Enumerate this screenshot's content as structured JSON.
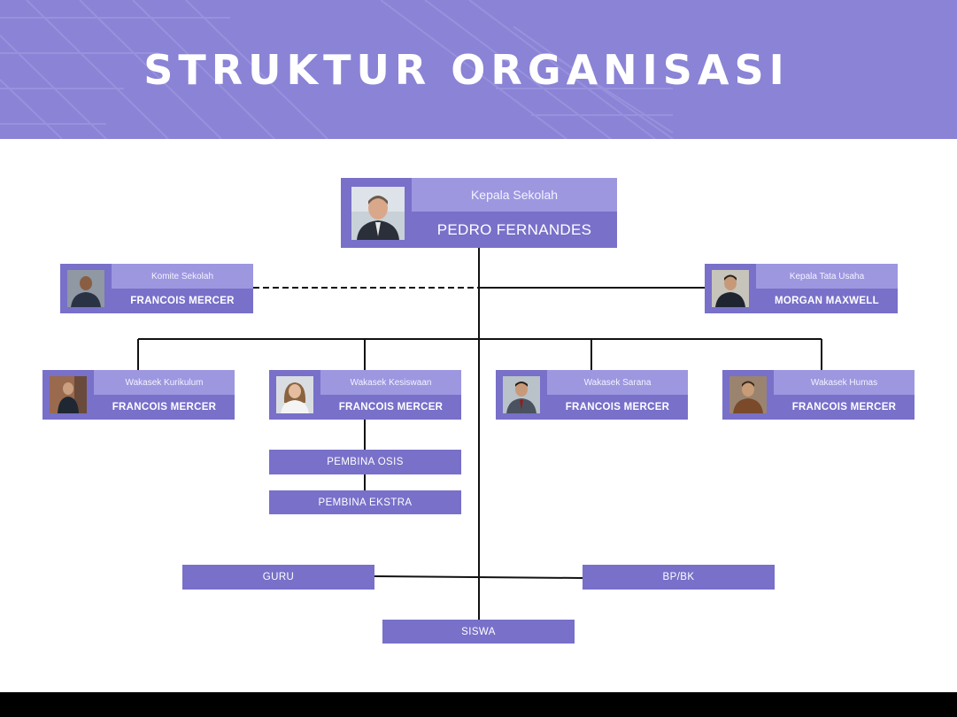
{
  "title": "STRUKTUR ORGANISASI",
  "colors": {
    "header": "#8a83d6",
    "box_dark": "#7870c9",
    "box_light": "#9d97e0",
    "footer": "#000000"
  },
  "head": {
    "role": "Kepala Sekolah",
    "name": "PEDRO FERNANDES",
    "photo_icon": "person-photo-icon"
  },
  "komite": {
    "role": "Komite Sekolah",
    "name": "FRANCOIS MERCER"
  },
  "tata_usaha": {
    "role": "Kepala Tata Usaha",
    "name": "MORGAN MAXWELL"
  },
  "wakasek": [
    {
      "role": "Wakasek Kurikulum",
      "name": "FRANCOIS MERCER"
    },
    {
      "role": "Wakasek Kesiswaan",
      "name": "FRANCOIS MERCER"
    },
    {
      "role": "Wakasek Sarana",
      "name": "FRANCOIS MERCER"
    },
    {
      "role": "Wakasek Humas",
      "name": "FRANCOIS MERCER"
    }
  ],
  "pembina_osis": "PEMBINA OSIS",
  "pembina_ekstra": "PEMBINA EKSTRA",
  "guru": "GURU",
  "bpbk": "BP/BK",
  "siswa": "SISWA"
}
